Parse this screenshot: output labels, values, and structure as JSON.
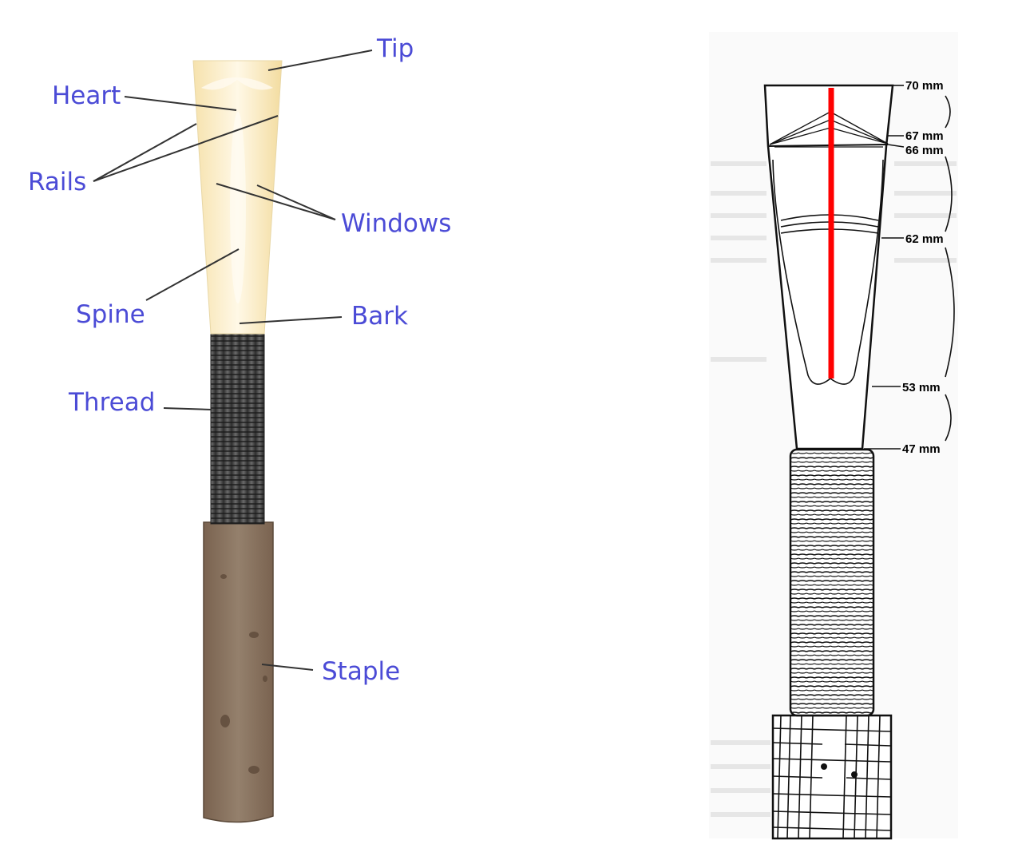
{
  "diagram": {
    "left_labels": {
      "tip": "Tip",
      "heart": "Heart",
      "rails": "Rails",
      "windows": "Windows",
      "spine": "Spine",
      "bark": "Bark",
      "thread": "Thread",
      "staple": "Staple"
    },
    "measurements": {
      "m70": "70 mm",
      "m67": "67 mm",
      "m66": "66 mm",
      "m62": "62 mm",
      "m53": "53 mm",
      "m47": "47 mm"
    },
    "colors": {
      "label_text": "#4b4bd6",
      "reed_cane": "#fbefcb",
      "thread": "#4a4a4a",
      "staple": "#8a7260",
      "center_line": "#ff0000"
    }
  }
}
